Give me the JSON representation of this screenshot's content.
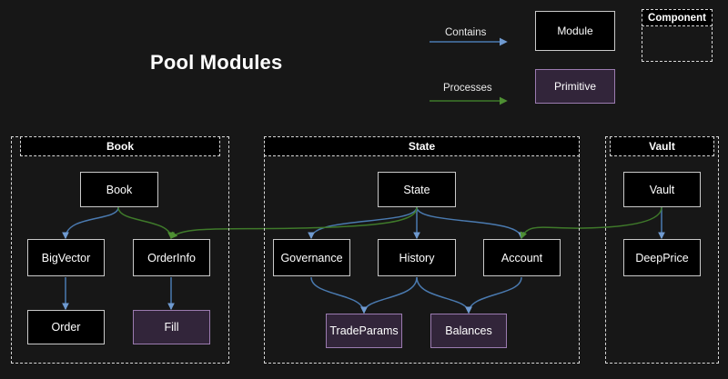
{
  "title": "Pool Modules",
  "background": "#171717",
  "colors": {
    "contains_arrow": "#4a7ab0",
    "processes_arrow": "#3f7a2a",
    "module_fill": "#000000",
    "module_border": "#c9c9c9",
    "primitive_fill": "#32253a",
    "primitive_border": "#9b7bb0",
    "group_border": "#d8d8d8",
    "text": "#ffffff"
  },
  "legend": {
    "contains_label": "Contains",
    "processes_label": "Processes",
    "module_label": "Module",
    "primitive_label": "Primitive",
    "component_label": "Component"
  },
  "groups": [
    {
      "id": "book",
      "label": "Book"
    },
    {
      "id": "state",
      "label": "State"
    },
    {
      "id": "vault",
      "label": "Vault"
    }
  ],
  "nodes": [
    {
      "id": "book",
      "label": "Book",
      "type": "module",
      "group": "book"
    },
    {
      "id": "bigvector",
      "label": "BigVector",
      "type": "module",
      "group": "book"
    },
    {
      "id": "orderinfo",
      "label": "OrderInfo",
      "type": "module",
      "group": "book"
    },
    {
      "id": "order",
      "label": "Order",
      "type": "module",
      "group": "book"
    },
    {
      "id": "fill",
      "label": "Fill",
      "type": "primitive",
      "group": "book"
    },
    {
      "id": "state",
      "label": "State",
      "type": "module",
      "group": "state"
    },
    {
      "id": "governance",
      "label": "Governance",
      "type": "module",
      "group": "state"
    },
    {
      "id": "history",
      "label": "History",
      "type": "module",
      "group": "state"
    },
    {
      "id": "account",
      "label": "Account",
      "type": "module",
      "group": "state"
    },
    {
      "id": "tradeparams",
      "label": "TradeParams",
      "type": "primitive",
      "group": "state"
    },
    {
      "id": "balances",
      "label": "Balances",
      "type": "primitive",
      "group": "state"
    },
    {
      "id": "vault",
      "label": "Vault",
      "type": "module",
      "group": "vault"
    },
    {
      "id": "deepprice",
      "label": "DeepPrice",
      "type": "module",
      "group": "vault"
    }
  ],
  "edges": [
    {
      "from": "book",
      "to": "bigvector",
      "kind": "contains"
    },
    {
      "from": "book",
      "to": "orderinfo",
      "kind": "processes"
    },
    {
      "from": "bigvector",
      "to": "order",
      "kind": "contains"
    },
    {
      "from": "orderinfo",
      "to": "fill",
      "kind": "contains"
    },
    {
      "from": "state",
      "to": "governance",
      "kind": "contains"
    },
    {
      "from": "state",
      "to": "history",
      "kind": "contains"
    },
    {
      "from": "state",
      "to": "account",
      "kind": "contains"
    },
    {
      "from": "state",
      "to": "orderinfo",
      "kind": "processes"
    },
    {
      "from": "governance",
      "to": "tradeparams",
      "kind": "contains"
    },
    {
      "from": "history",
      "to": "tradeparams",
      "kind": "contains"
    },
    {
      "from": "history",
      "to": "balances",
      "kind": "contains"
    },
    {
      "from": "account",
      "to": "balances",
      "kind": "contains"
    },
    {
      "from": "vault",
      "to": "deepprice",
      "kind": "contains"
    },
    {
      "from": "vault",
      "to": "account",
      "kind": "processes"
    }
  ]
}
